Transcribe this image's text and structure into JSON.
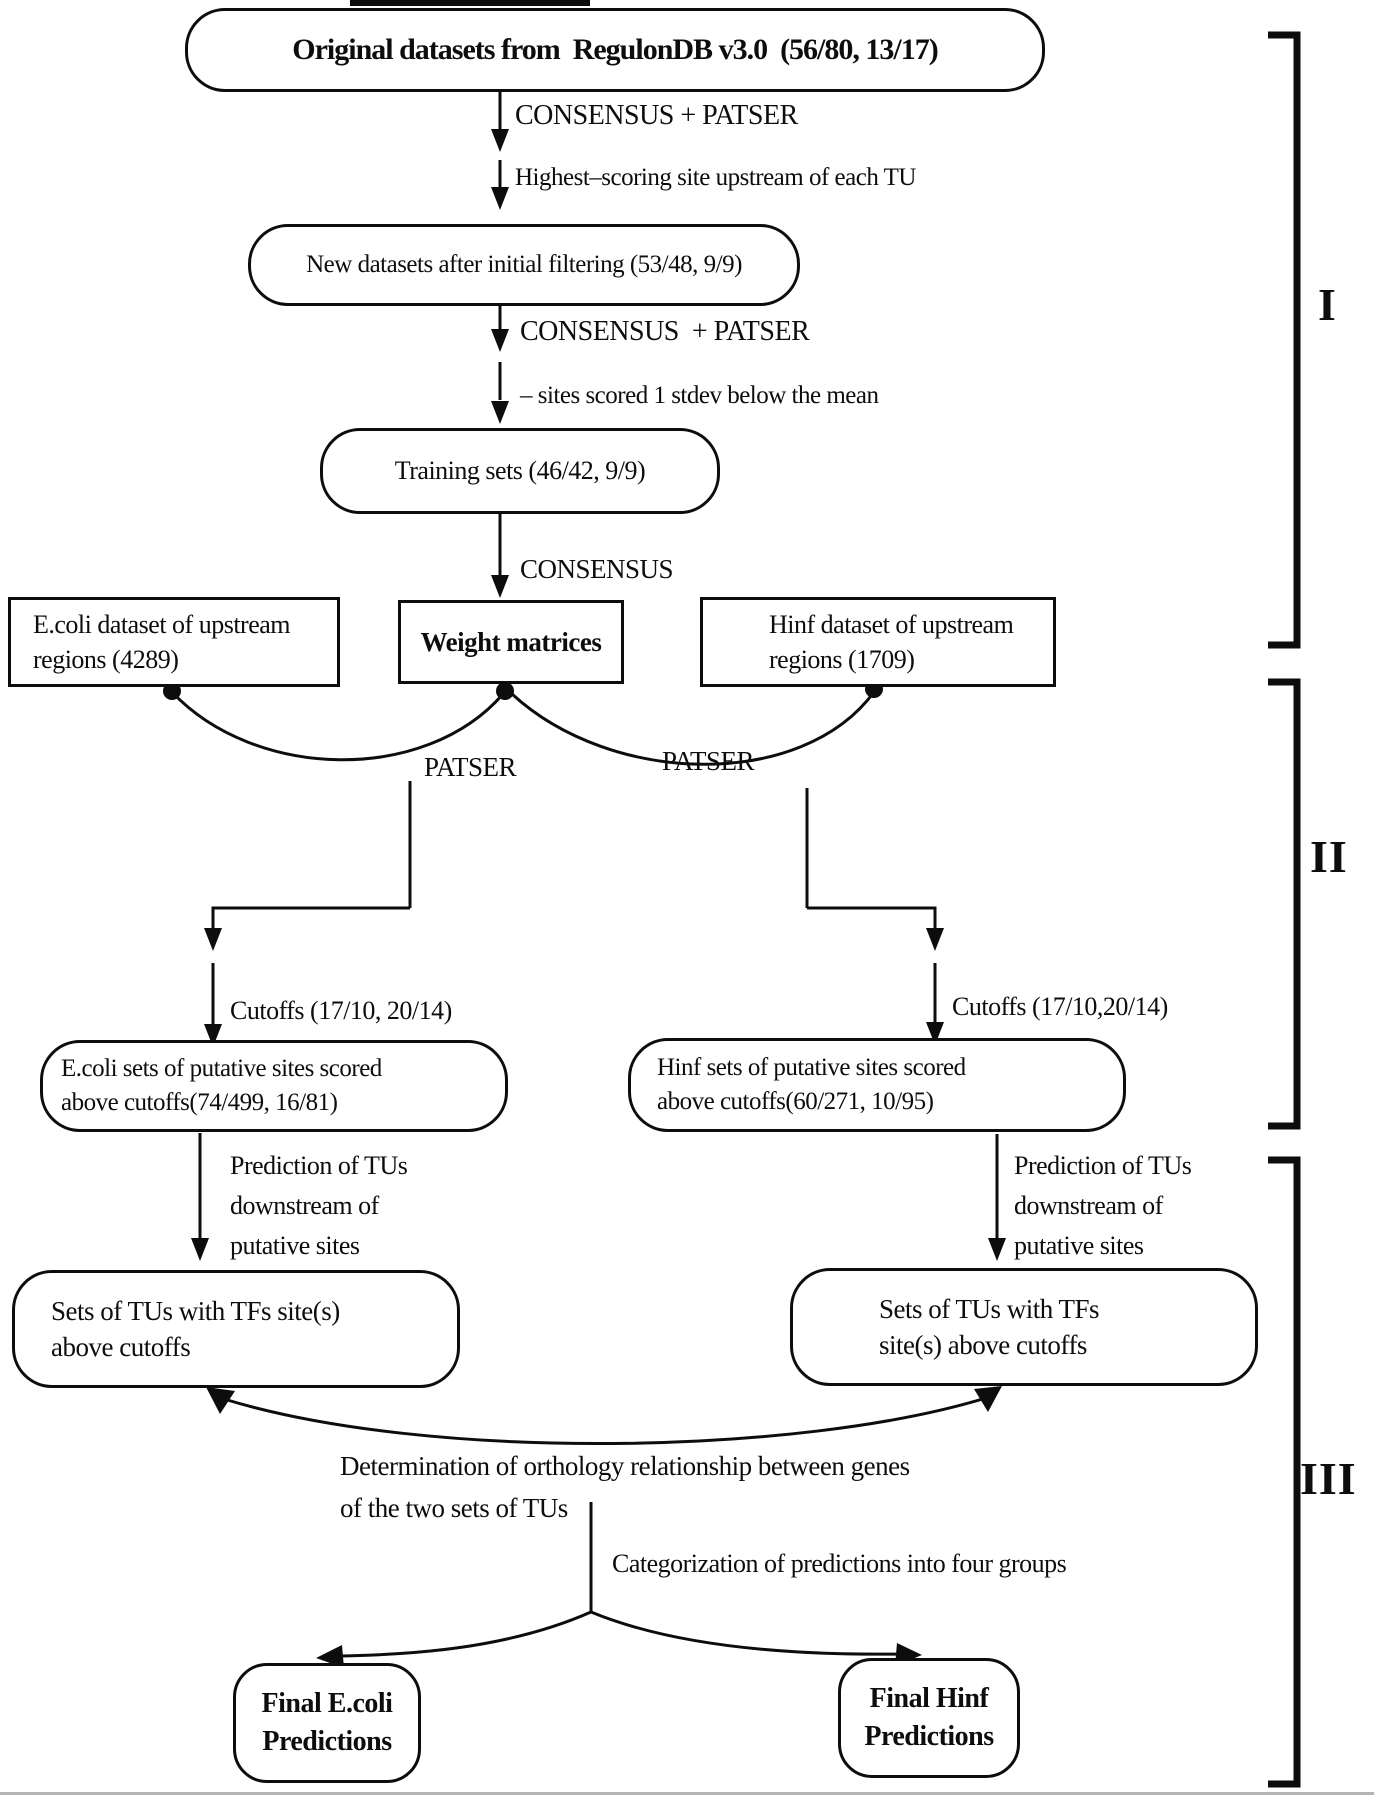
{
  "nodes": {
    "original": "Original datasets from  RegulonDB v3.0  (56/80, 13/17)",
    "new_datasets": "New datasets after initial filtering (53/48, 9/9)",
    "training": "Training sets (46/42, 9/9)",
    "ecoli_upstream": "E.coli dataset of upstream\nregions (4289)",
    "weight_matrices": "Weight matrices",
    "hinf_upstream": "Hinf dataset of upstream\nregions (1709)",
    "ecoli_putative": "E.coli sets of putative sites scored\nabove cutoffs(74/499, 16/81)",
    "hinf_putative": "Hinf sets of putative sites scored\nabove cutoffs(60/271, 10/95)",
    "ecoli_tus": "Sets of TUs with TFs site(s)\nabove cutoffs",
    "hinf_tus": "Sets of TUs with TFs\nsite(s) above cutoffs",
    "final_ecoli": "Final E.coli\nPredictions",
    "final_hinf": "Final Hinf\nPredictions"
  },
  "edge_labels": {
    "consensus_patser_1": "CONSENSUS + PATSER",
    "highest_scoring": "Highest–scoring site upstream of each TU",
    "consensus_patser_2": "CONSENSUS  + PATSER",
    "sites_scored": "– sites scored 1 stdev below the mean",
    "consensus": "CONSENSUS",
    "patser_left": "PATSER",
    "patser_right": "PATSER",
    "cutoffs_left": "Cutoffs (17/10, 20/14)",
    "cutoffs_right": "Cutoffs (17/10,20/14)",
    "prediction_left": "Prediction of TUs\ndownstream of\nputative sites",
    "prediction_right": "Prediction of TUs\ndownstream of\nputative sites",
    "orthology": "Determination of orthology relationship between genes\nof the two sets of TUs",
    "categorization": "Categorization of predictions into four groups"
  },
  "sections": {
    "one": "I",
    "two": "II",
    "three": "III"
  }
}
